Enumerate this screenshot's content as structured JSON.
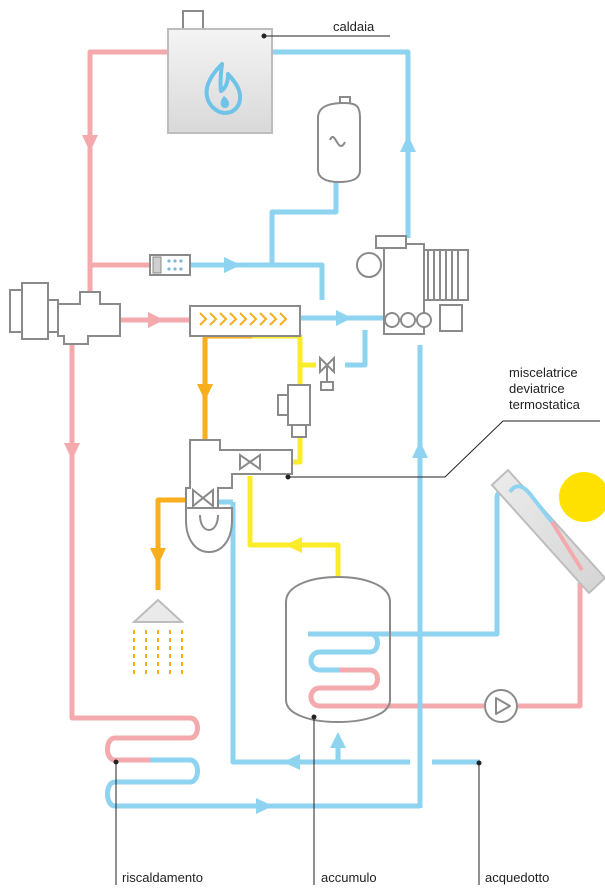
{
  "labels": {
    "boiler": "caldaia",
    "valve_line1": "miscelatrice",
    "valve_line2": "deviatrice",
    "valve_line3": "termostatica",
    "heating": "riscaldamento",
    "storage": "accumulo",
    "water_supply": "acquedotto"
  },
  "colors": {
    "hot_pipe": "#f4a9ad",
    "cold_pipe": "#8ed3ef",
    "mixed_pipe": "#f9ae1d",
    "hot_mix_pipe": "#fbec2a",
    "device_outline": "#8a8a8a",
    "flame": "#6fc3e8",
    "sun": "#ffe100"
  }
}
